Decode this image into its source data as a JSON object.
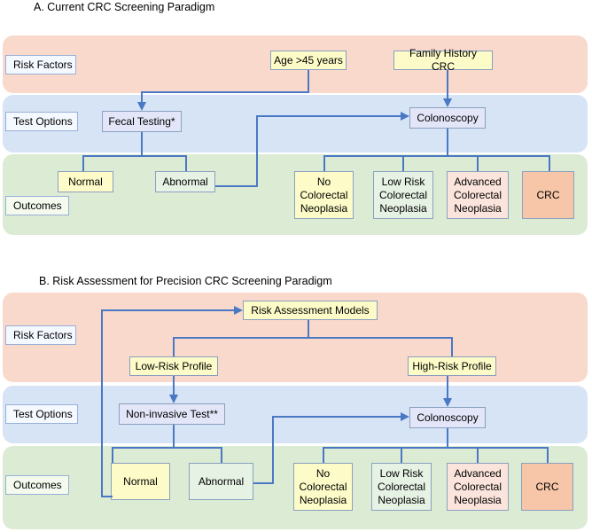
{
  "panel_a": {
    "title": "A. Current CRC Screening Paradigm",
    "rows": {
      "risk": "Risk Factors",
      "test": "Test Options",
      "outcomes": "Outcomes"
    },
    "age": "Age >45 years",
    "family_history": "Family History CRC",
    "fecal": "Fecal Testing*",
    "colonoscopy": "Colonoscopy",
    "normal": "Normal",
    "abnormal": "Abnormal",
    "no_neoplasia": "No\nColorectal\nNeoplasia",
    "low_risk": "Low Risk\nColorectal\nNeoplasia",
    "advanced": "Advanced\nColorectal\nNeoplasia",
    "crc": "CRC"
  },
  "panel_b": {
    "title": "B. Risk Assessment for Precision CRC Screening Paradigm",
    "rows": {
      "risk": "Risk Factors",
      "test": "Test Options",
      "outcomes": "Outcomes"
    },
    "models": "Risk Assessment Models",
    "low_profile": "Low-Risk Profile",
    "high_profile": "High-Risk Profile",
    "noninvasive": "Non-invasive Test**",
    "colonoscopy": "Colonoscopy",
    "normal": "Normal",
    "abnormal": "Abnormal",
    "no_neoplasia": "No\nColorectal\nNeoplasia",
    "low_risk": "Low Risk\nColorectal\nNeoplasia",
    "advanced": "Advanced\nColorectal\nNeoplasia",
    "crc": "CRC"
  },
  "colors": {
    "risk_band": "#f8d9cc",
    "test_band": "#d6e4f5",
    "outcome_band": "#dcebd3",
    "connector": "#4a78c4"
  }
}
